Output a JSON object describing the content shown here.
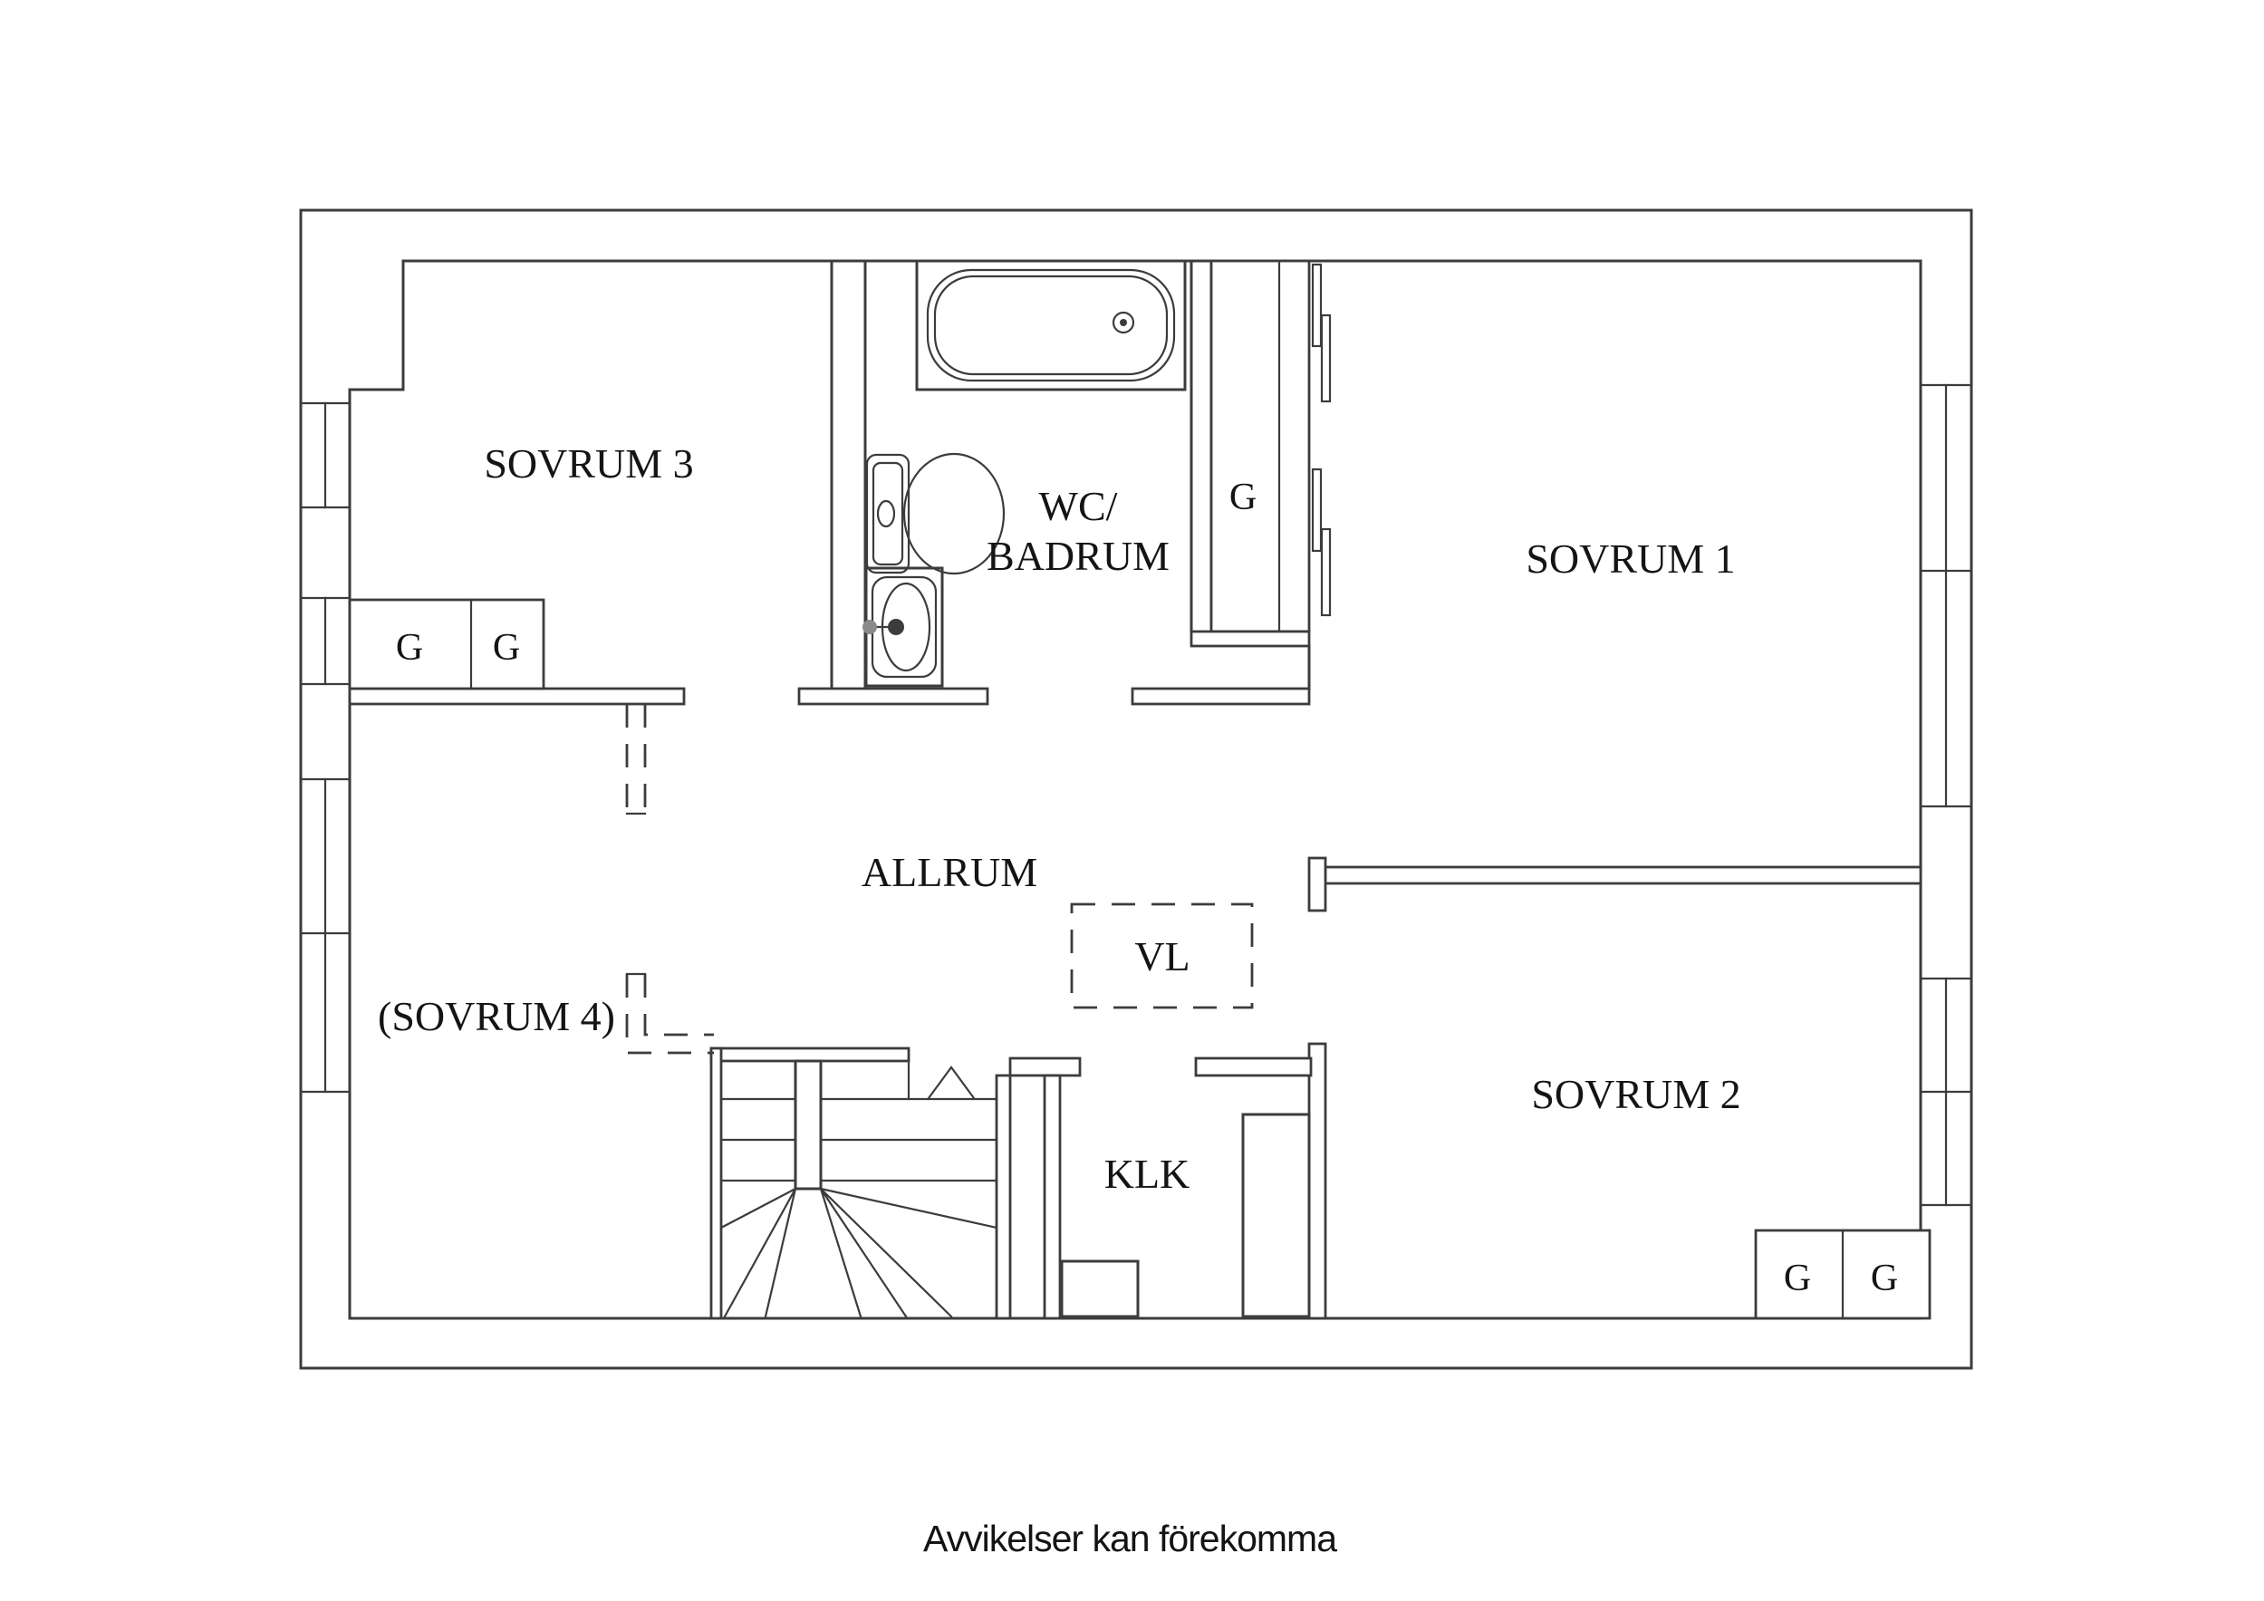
{
  "meta": {
    "type": "floor-plan",
    "language": "sv"
  },
  "colors": {
    "background": "#ffffff",
    "line": "#3c3c3c",
    "text": "#141414"
  },
  "rooms": {
    "sovrum1": {
      "label": "SOVRUM 1"
    },
    "sovrum2": {
      "label": "SOVRUM 2"
    },
    "sovrum3": {
      "label": "SOVRUM 3"
    },
    "sovrum4": {
      "label": "(SOVRUM 4)"
    },
    "allrum": {
      "label": "ALLRUM"
    },
    "klk": {
      "label": "KLK"
    },
    "vl": {
      "label": "VL"
    },
    "wc_badrum": {
      "label_line1": "WC/",
      "label_line2": "BADRUM"
    }
  },
  "closets": {
    "sovrum3": [
      "G",
      "G"
    ],
    "hall": [
      "G"
    ],
    "sovrum2": [
      "G",
      "G"
    ]
  },
  "fixtures": [
    "bathtub",
    "toilet",
    "sink",
    "staircase",
    "windows"
  ],
  "footer": {
    "disclaimer": "Avvikelser kan förekomma"
  }
}
